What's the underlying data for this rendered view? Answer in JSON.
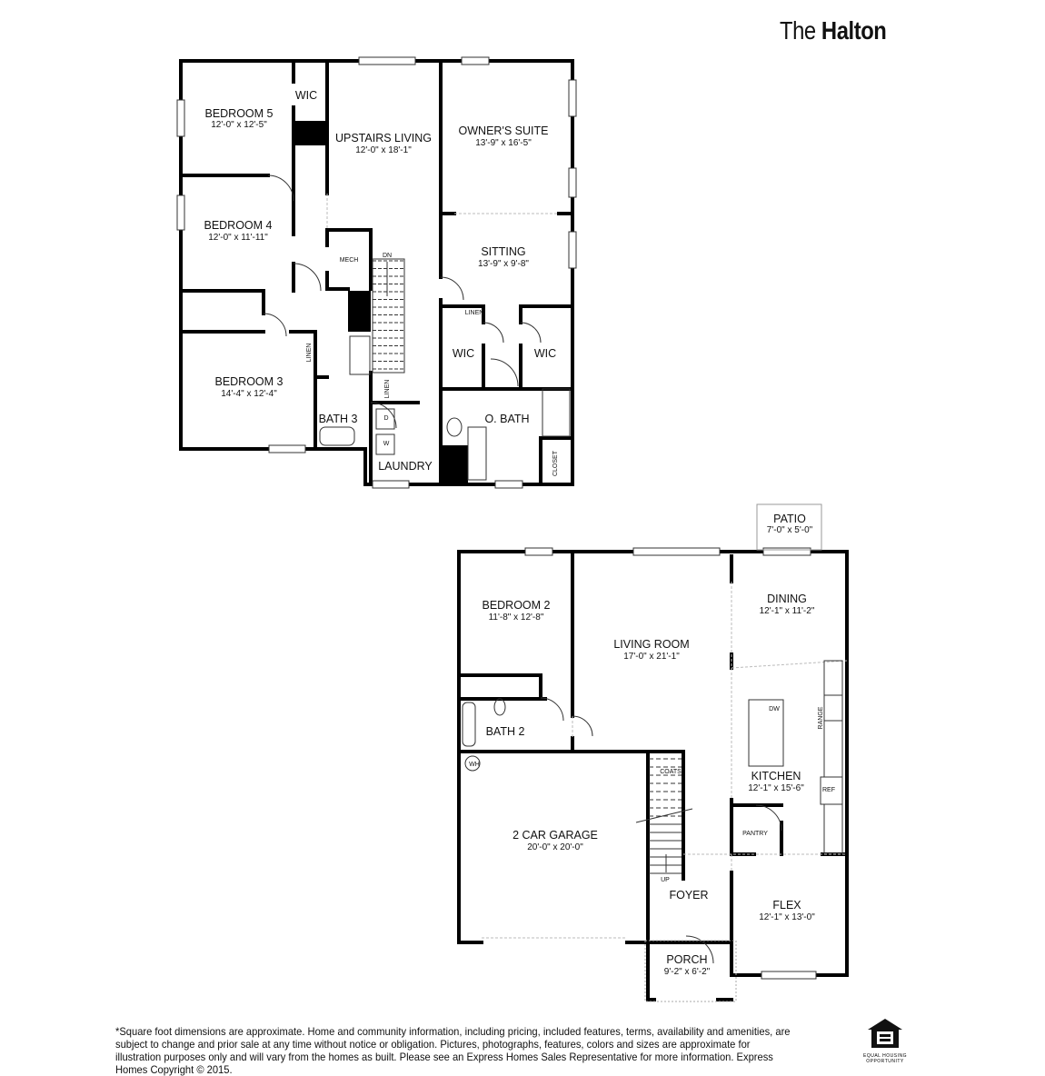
{
  "title": {
    "prefix": "The",
    "name": "Halton"
  },
  "upper_floor": {
    "rooms": [
      {
        "name": "BEDROOM 5",
        "dims": "12'-0\" x 12'-5\""
      },
      {
        "name": "UPSTAIRS LIVING",
        "dims": "12'-0\" x 18'-1\""
      },
      {
        "name": "OWNER'S SUITE",
        "dims": "13'-9\" x 16'-5\""
      },
      {
        "name": "BEDROOM 4",
        "dims": "12'-0\" x 11'-11\""
      },
      {
        "name": "SITTING",
        "dims": "13'-9\" x 9'-8\""
      },
      {
        "name": "BEDROOM 3",
        "dims": "14'-4\" x 12'-4\""
      }
    ],
    "labels": {
      "wic_bed5": "WIC",
      "mech": "MECH",
      "dn": "DN",
      "linen_owner": "LINEN",
      "wic_left": "WIC",
      "wic_right": "WIC",
      "linen_hall": "LINEN",
      "linen_stair": "LINEN",
      "bath3": "BATH 3",
      "obath": "O. BATH",
      "laundry": "LAUNDRY",
      "closet": "CLOSET",
      "dryer": "D",
      "washer": "W"
    }
  },
  "main_floor": {
    "rooms": [
      {
        "name": "PATIO",
        "dims": "7'-0\" x 5'-0\""
      },
      {
        "name": "BEDROOM 2",
        "dims": "11'-8\" x 12'-8\""
      },
      {
        "name": "DINING",
        "dims": "12'-1\" x 11'-2\""
      },
      {
        "name": "LIVING ROOM",
        "dims": "17'-0\" x 21'-1\""
      },
      {
        "name": "KITCHEN",
        "dims": "12'-1\" x 15'-6\""
      },
      {
        "name": "2 CAR GARAGE",
        "dims": "20'-0\" x 20'-0\""
      },
      {
        "name": "FLEX",
        "dims": "12'-1\" x 13'-0\""
      },
      {
        "name": "PORCH",
        "dims": "9'-2\" x 6'-2\""
      }
    ],
    "labels": {
      "bath2": "BATH 2",
      "wh": "WH",
      "coats": "COATS",
      "dw": "DW",
      "range": "RANGE",
      "ref": "REF",
      "pantry": "PANTRY",
      "up": "UP",
      "foyer": "FOYER"
    }
  },
  "footer": {
    "disclaimer": "*Square foot dimensions are approximate. Home and community information, including pricing, included features, terms, availability and amenities, are subject to change and prior sale at any time without notice or obligation. Pictures, photographs, features, colors and sizes are approximate for illustration purposes only and will vary from the homes as built. Please see an Express Homes Sales Representative for more information. Express Homes Copyright © 2015.",
    "logo_caption": "EQUAL HOUSING OPPORTUNITY"
  },
  "colors": {
    "wall": "#000000",
    "background": "#ffffff",
    "dotted": "#bbbbbb"
  }
}
